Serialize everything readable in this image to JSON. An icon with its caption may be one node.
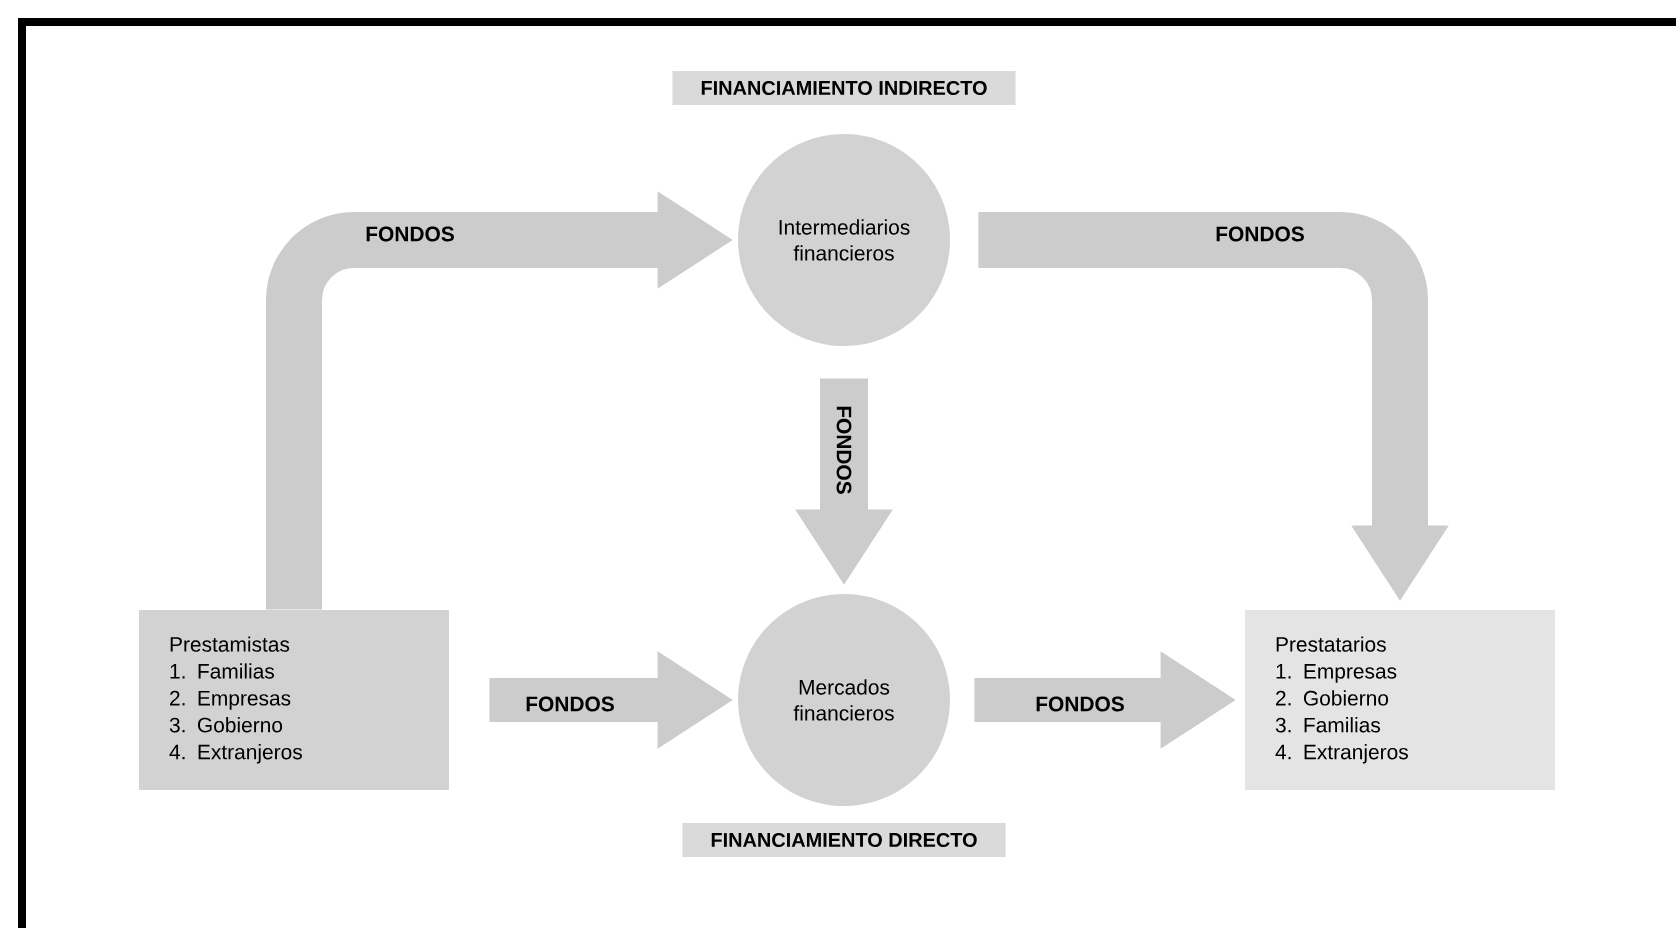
{
  "diagram": {
    "nodes": [
      {
        "text": [
          "Prestamistas",
          "1. Familias",
          "2. Empresas",
          "3. Gobierno",
          "4. Extranjeros"
        ]
      },
      {
        "text": [
          "Intermediarios financieros"
        ]
      },
      {
        "text": [
          "Mercados financieros"
        ]
      },
      {
        "text": [
          "Prestatarios",
          "1. Empresas",
          "2. Gobierno",
          "3. Familias",
          "4. Extranjeros"
        ]
      }
    ],
    "edges": [
      {
        "from": 0,
        "to": 1,
        "arrow": "to",
        "label": "FONDOS"
      },
      {
        "from": 1,
        "to": 3,
        "arrow": "to",
        "label": "FONDOS"
      },
      {
        "from": 1,
        "to": 2,
        "arrow": "to",
        "label": "FONDOS"
      },
      {
        "from": 0,
        "to": 2,
        "arrow": "to",
        "label": "FONDOS"
      },
      {
        "from": 2,
        "to": 3,
        "arrow": "to",
        "label": "FONDOS"
      }
    ],
    "labels": [
      "FINANCIAMIENTO INDIRECTO",
      "FINANCIAMIENTO DIRECTO"
    ]
  }
}
